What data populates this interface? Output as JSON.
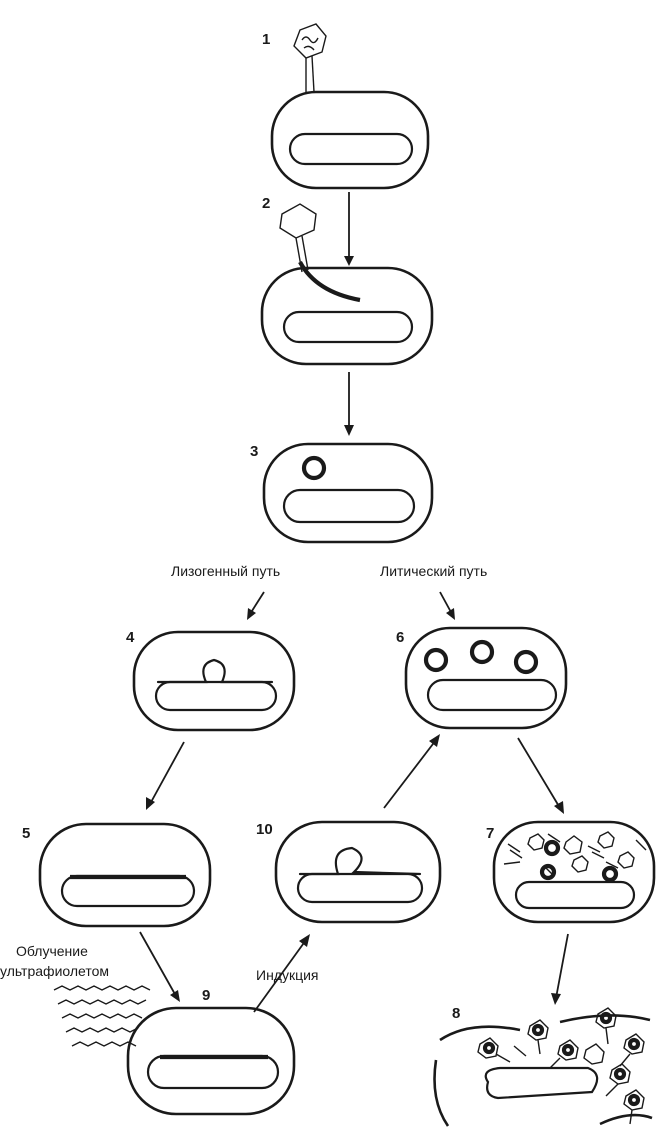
{
  "stage_numbers": [
    "1",
    "2",
    "3",
    "4",
    "5",
    "6",
    "7",
    "8",
    "9",
    "10"
  ],
  "labels": {
    "lysogenic_path": "Лизогенный путь",
    "lytic_path": "Литический путь",
    "uv_line1": "Облучение",
    "uv_line2": "ультрафиолетом",
    "induction": "Индукция"
  },
  "colors": {
    "ink": "#1a1a1a",
    "background": "#ffffff"
  }
}
